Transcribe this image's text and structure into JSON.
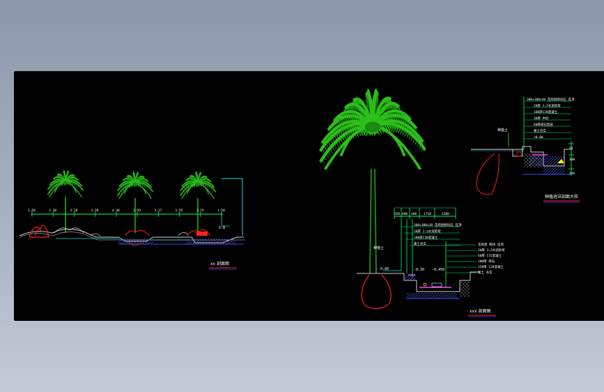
{
  "viewport": {
    "background": "#000000"
  },
  "colors": {
    "palm": "#2bbf1a",
    "palm_dark": "#1a8a10",
    "dim_line": "#00ff66",
    "cyan": "#27d7e8",
    "red": "#ff2020",
    "blue": "#3a4cff",
    "magenta": "#ff40ff",
    "yellow": "#ffee00",
    "white": "#ffffff",
    "grey": "#bdbdbd"
  },
  "left_section": {
    "title": "xx 剖面图",
    "dims": [
      "1:50",
      "5-30",
      "3-28",
      "1:59",
      "4-30",
      "1:59",
      "3:17",
      "1:55",
      "1:74",
      "1:58"
    ],
    "side_label": "5:8"
  },
  "middle_section": {
    "title": "xxx 剖面图",
    "top_dims": [
      "350",
      "600",
      "400",
      "1750",
      "1200"
    ],
    "callouts_top": [
      "300+300x30 花岗岩砌块石 压顶",
      "20厚 1:2水泥砂浆",
      "100厚C20混凝土",
      "素土夯实"
    ],
    "callouts_right": [
      "花岗岩 砌块 压顶",
      "20厚 1:2水泥砂浆",
      "60厚 C15混凝土",
      "100厚 碎石",
      "150厚 C20混凝土",
      "素土 夯实"
    ],
    "left_labels": [
      "种植土",
      "0.00"
    ],
    "level_labels": [
      "-0.30",
      "-0.450"
    ]
  },
  "right_section": {
    "title": "种植池详剖面大样",
    "callouts": [
      "300+300x30 花岗岩砌块石 压顶",
      "20厚 1:2水泥砂浆",
      "100厚C20混凝土",
      "30厚 中砂",
      "60厚碎石垫层",
      "素土夯实",
      "+0.00"
    ],
    "left_label": "种植土",
    "side_dims": [
      "50",
      "300",
      "240"
    ]
  }
}
